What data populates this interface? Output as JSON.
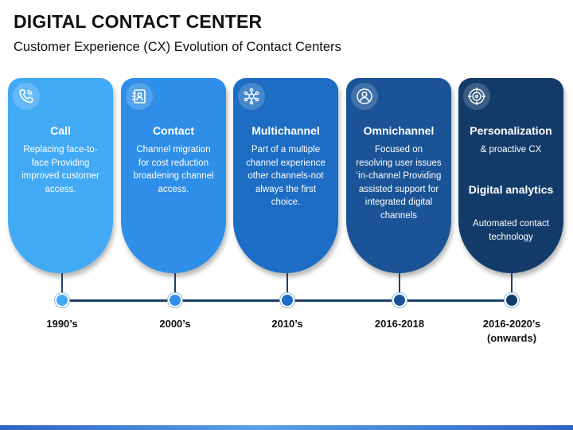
{
  "title": "DIGITAL CONTACT CENTER",
  "subtitle": "Customer Experience (CX) Evolution of Contact Centers",
  "stages": [
    {
      "title": "Call",
      "body": "Replacing face-to-face Providing improved customer access.",
      "era": "1990’s",
      "color": "#42aaf5",
      "icon": "phone-icon"
    },
    {
      "title": "Contact",
      "body": "Channel migration for cost reduction broadening channel access.",
      "era": "2000’s",
      "color": "#2e8ee8",
      "icon": "contact-card-icon"
    },
    {
      "title": "Multichannel",
      "body": "Part of a multiple channel experience other channels-not always the first choice.",
      "era": "2010’s",
      "color": "#1c6dc3",
      "icon": "network-icon"
    },
    {
      "title": "Omnichannel",
      "body": "Focused on resolving user issues ‘in-channel Providing assisted support for integrated digital channels",
      "era": "2016-2018",
      "color": "#1a5497",
      "icon": "user-circle-icon"
    },
    {
      "title": "Personalization",
      "subtitle": "& proactive CX",
      "title2": "Digital analytics",
      "body2": "Automated contact technology",
      "era": "2016-2020’s (onwards)",
      "color": "#133b69",
      "icon": "target-people-icon"
    }
  ]
}
